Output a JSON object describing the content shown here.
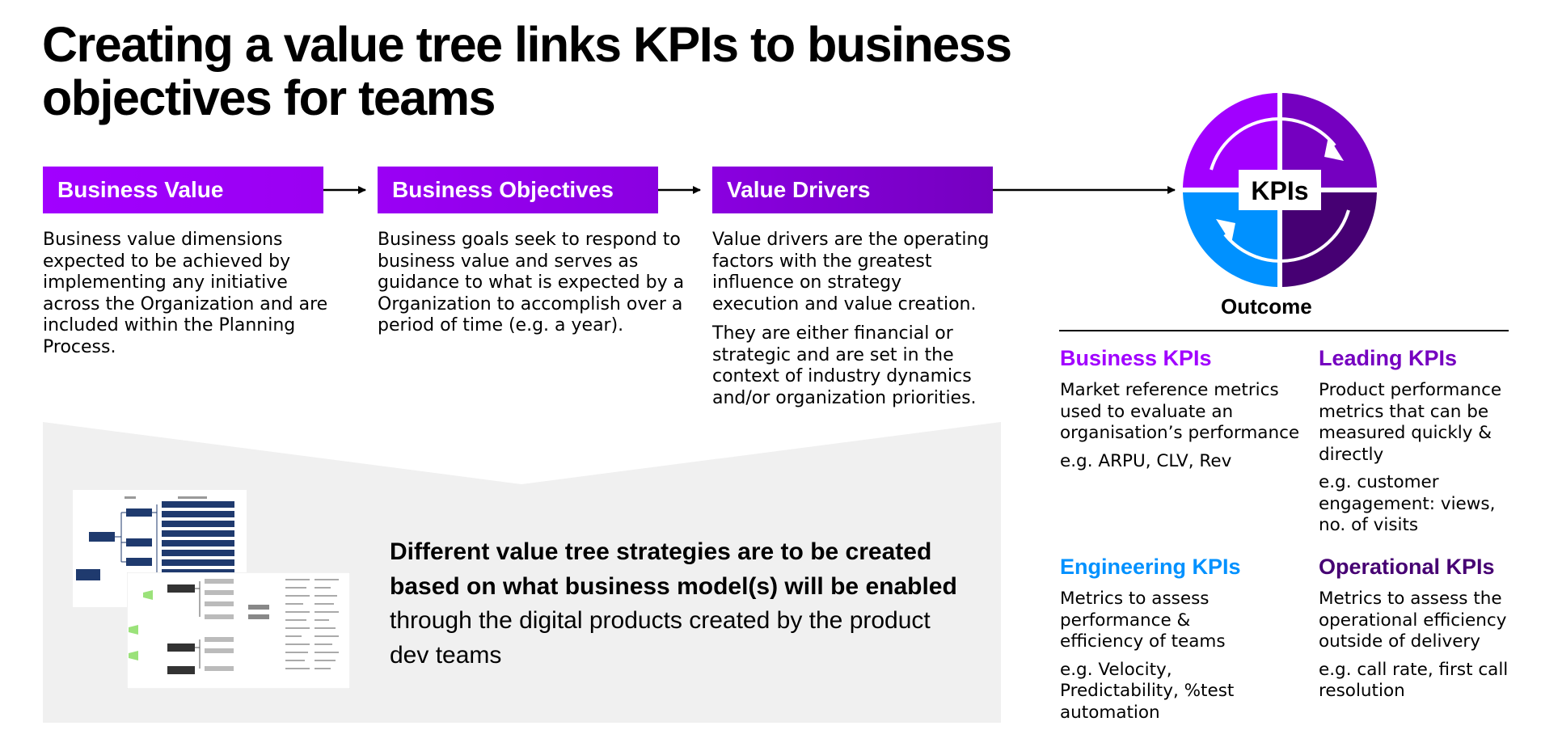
{
  "title": "Creating a value tree links KPIs to business objectives for teams",
  "colors": {
    "purple_bright": "#A100FF",
    "purple_mid": "#7500C0",
    "purple_dark": "#460073",
    "blue": "#0091FF",
    "panel_grey": "#F0F0F0"
  },
  "stages": [
    {
      "label": "Business Value",
      "description": [
        "Business value dimensions expected to be achieved by implementing any initiative across the Organization and are included within the Planning Process."
      ]
    },
    {
      "label": "Business Objectives",
      "description": [
        "Business goals seek to respond to business value and serves as guidance to what is expected by a Organization to accomplish over a period of time (e.g. a year)."
      ]
    },
    {
      "label": "Value Drivers",
      "description": [
        "Value drivers are the operating factors with the greatest influence on strategy execution and value creation.",
        "They are either financial or strategic and are set in the context of industry dynamics and/or organization priorities."
      ]
    }
  ],
  "kpi_circle": {
    "center_label": "KPIs",
    "outcome_label": "Outcome",
    "icon": "cycle-arrows-icon"
  },
  "kpi_types": [
    {
      "title": "Business KPIs",
      "description": "Market reference metrics used to evaluate an organisation’s performance",
      "example": "e.g. ARPU, CLV, Rev"
    },
    {
      "title": "Leading KPIs",
      "description": "Product performance metrics that can be measured quickly & directly",
      "example": "e.g. customer engagement: views, no. of visits"
    },
    {
      "title": "Engineering KPIs",
      "description": "Metrics to assess performance & efficiency of teams",
      "example": "e.g. Velocity, Predictability, %test automation"
    },
    {
      "title": "Operational KPIs",
      "description": "Metrics to assess the operational efficiency outside of delivery",
      "example": "e.g. call rate, first call resolution"
    }
  ],
  "statement": {
    "bold": "Different value tree strategies are to be created based on what business model(s) will be enabled",
    "regular": " through the digital products created by the product dev teams"
  }
}
